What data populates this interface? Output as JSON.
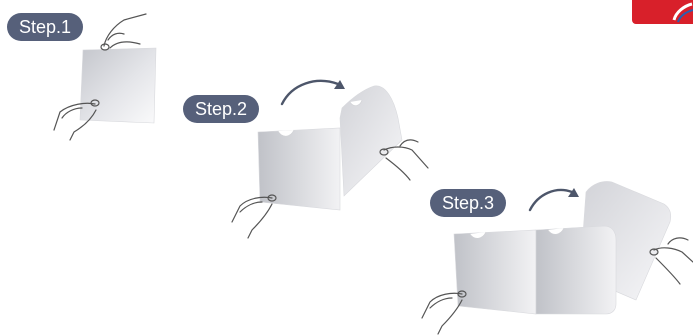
{
  "steps": [
    {
      "label": "Step.1"
    },
    {
      "label": "Step.2"
    },
    {
      "label": "Step.3"
    }
  ],
  "colors": {
    "label_bg": "#56607a",
    "label_text": "#ffffff",
    "arrow": "#4d566a",
    "outline": "#555555",
    "logo_bg": "#d8202a"
  },
  "icons": [
    "curved-arrow-icon",
    "hand-icon",
    "logo-mark-icon"
  ]
}
